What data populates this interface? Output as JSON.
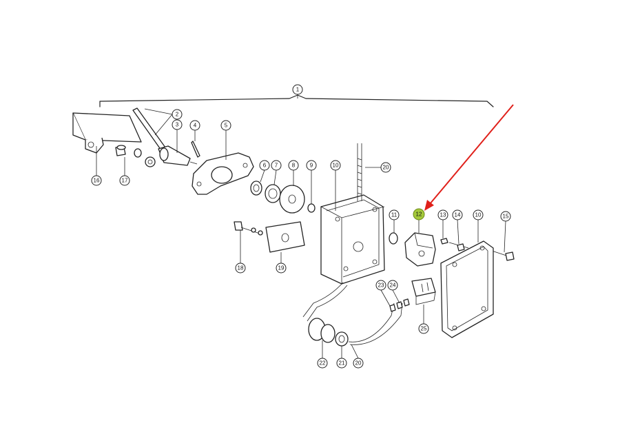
{
  "diagram": {
    "callouts": [
      "1",
      "2",
      "3",
      "4",
      "5",
      "6",
      "7",
      "8",
      "9",
      "10",
      "20",
      "11",
      "12",
      "13",
      "14",
      "10",
      "15",
      "16",
      "17",
      "18",
      "19",
      "23",
      "24",
      "25",
      "22",
      "21",
      "20"
    ],
    "highlight": {
      "label": "12",
      "color": "#a4c93a",
      "arrow_color": "#e0201a"
    }
  }
}
